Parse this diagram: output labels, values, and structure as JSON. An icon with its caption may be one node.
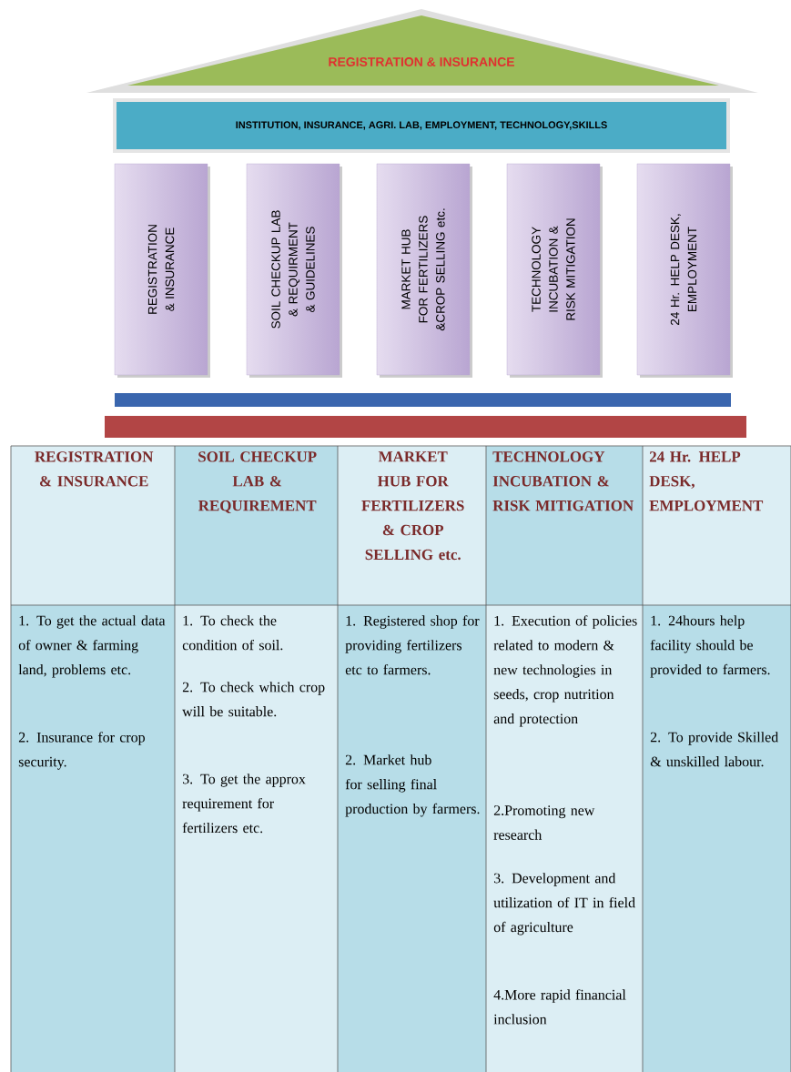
{
  "diagram": {
    "nodes": [
      {
        "text": [
          "REGISTRATION  &  INSURANCE"
        ]
      },
      {
        "text": [
          "INSTITUTION, INSURANCE, AGRI. LAB, EMPLOYMENT, TECHNOLOGY,SKILLS"
        ]
      },
      {
        "text": [
          "REGISTRATION & INSURANCE"
        ]
      },
      {
        "text": [
          "SOIL CHECKUP LAB & REQUIRMENT & GUIDELINES"
        ]
      },
      {
        "text": [
          "MARKET HUB FOR FERTILIZERS &CROP SELLING etc."
        ]
      },
      {
        "text": [
          "TECHNOLOGY INCUBATION & RISK MITIGATION"
        ]
      },
      {
        "text": [
          "24 Hr. HELP DESK, EMPLOYMENT"
        ]
      },
      {
        "text": [],
        "shape": "bar"
      },
      {
        "text": [],
        "shape": "bar"
      }
    ],
    "labels": [
      "REGISTRATION & INSURANCE",
      "SOIL CHECKUP LAB & REQUIREMENT",
      "MARKET HUB FOR FERTILIZERS & CROP SELLING etc.",
      "TECHNOLOGY INCUBATION & RISK MITIGATION",
      "24 Hr. HELP DESK, EMPLOYMENT",
      "1. To get the actual data of owner & farming land, problems etc.",
      "2. Insurance for crop security.",
      "1. To check the condition of soil.",
      "2. To check which crop will be suitable.",
      "3. To get the approx requirement for fertilizers etc.",
      "1. Registered shop for providing fertilizers etc to farmers.",
      "2. Market hub for selling final production by farmers.",
      "1. Execution of policies related to modern & new technologies in seeds, crop nutrition and protection",
      "2.Promoting new research",
      "3. Development and utilization of IT in field of agriculture",
      "4.More rapid financial inclusion",
      "1. 24hours help facility should be provided to farmers.",
      "2. To provide Skilled & unskilled labour."
    ]
  }
}
